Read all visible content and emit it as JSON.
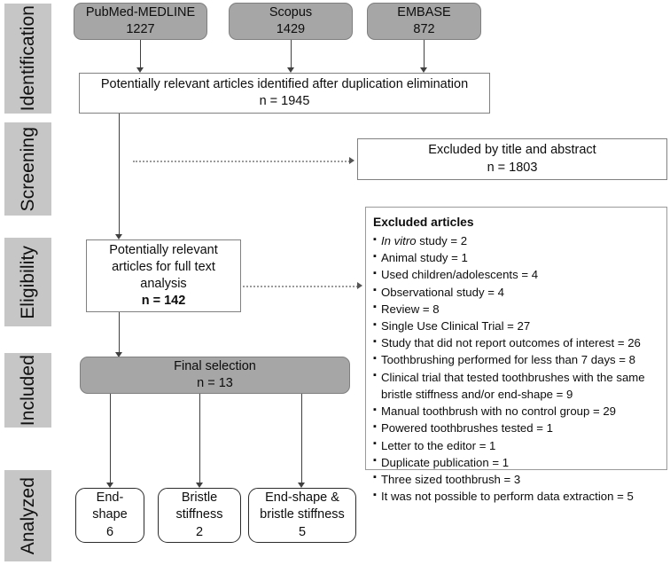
{
  "figure": {
    "type": "prisma-flow-diagram",
    "title": "PRISMA study selection flow diagram"
  },
  "stages": [
    {
      "id": "identification",
      "label": "Identification"
    },
    {
      "id": "screening",
      "label": "Screening"
    },
    {
      "id": "eligibility",
      "label": "Eligibility"
    },
    {
      "id": "included",
      "label": "Included"
    },
    {
      "id": "analyzed",
      "label": "Analyzed"
    }
  ],
  "sources": [
    {
      "id": "pubmed",
      "name": "PubMed-MEDLINE",
      "count": "1227"
    },
    {
      "id": "scopus",
      "name": "Scopus",
      "count": "1429"
    },
    {
      "id": "embase",
      "name": "EMBASE",
      "count": "872"
    }
  ],
  "deduplication": {
    "text": "Potentially relevant articles identified after duplication elimination",
    "count": "n = 1945"
  },
  "excluded_title_abstract": {
    "text": "Excluded by title and abstract",
    "count": "n =  1803"
  },
  "full_text": {
    "line1": "Potentially relevant",
    "line2": "articles for full text",
    "line3": "analysis",
    "count": "n = 142"
  },
  "excluded_articles": {
    "title": "Excluded articles",
    "items": [
      {
        "emphasis": "In vitro",
        "rest": " study = 2"
      },
      {
        "emphasis": "",
        "rest": "Animal study = 1"
      },
      {
        "emphasis": "",
        "rest": "Used children/adolescents = 4"
      },
      {
        "emphasis": "",
        "rest": "Observational study = 4"
      },
      {
        "emphasis": "",
        "rest": "Review = 8"
      },
      {
        "emphasis": "",
        "rest": "Single Use Clinical Trial = 27"
      },
      {
        "emphasis": "",
        "rest": "Study that did not report outcomes of interest = 26"
      },
      {
        "emphasis": "",
        "rest": "Toothbrushing performed for less than 7 days = 8"
      },
      {
        "emphasis": "",
        "rest": "Clinical trial that tested toothbrushes with the same bristle stiffness and/or end-shape = 9"
      },
      {
        "emphasis": "",
        "rest": "Manual toothbrush with no control group  = 29"
      },
      {
        "emphasis": "",
        "rest": "Powered toothbrushes tested = 1"
      },
      {
        "emphasis": "",
        "rest": "Letter to the editor = 1"
      },
      {
        "emphasis": "",
        "rest": "Duplicate publication = 1"
      },
      {
        "emphasis": "",
        "rest": "Three sized toothbrush = 3"
      },
      {
        "emphasis": "",
        "rest": "It was not possible to perform data extraction = 5"
      }
    ]
  },
  "final_selection": {
    "text": "Final selection",
    "count": "n = 13"
  },
  "outcomes": [
    {
      "id": "end-shape",
      "line1": "End-",
      "line2": "shape",
      "line3": "",
      "count": "6"
    },
    {
      "id": "bristle-stiffness",
      "line1": "Bristle",
      "line2": "stiffness",
      "line3": "",
      "count": "2"
    },
    {
      "id": "end-shape-and-bristle-stiffness",
      "line1": "End-shape &",
      "line2": "bristle stiffness",
      "line3": "",
      "count": "5"
    }
  ],
  "colors": {
    "stage_bar": "#c6c6c6",
    "gray_box": "#a6a6a6",
    "gray_box_border": "#7f7f7f",
    "box_border": "#808080",
    "connector": "#404040",
    "dotted_connector": "#9b9b9b",
    "text": "#0d0d0d",
    "background": "#ffffff"
  }
}
